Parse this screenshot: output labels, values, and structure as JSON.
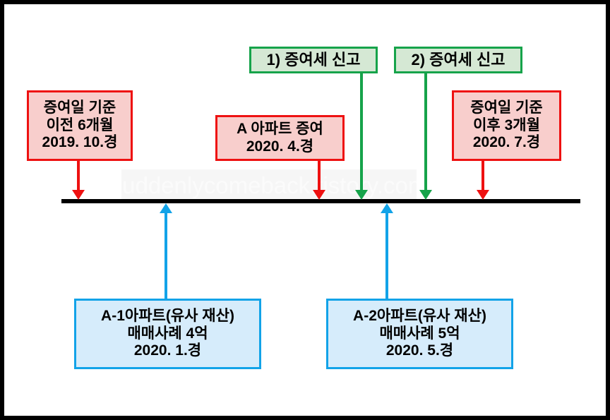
{
  "diagram": {
    "title_watermark": "suddenlycomeback.tistory.com",
    "colors": {
      "red_fill": "#f8cecc",
      "red_stroke": "#ee1111",
      "green_fill": "#d5e8d4",
      "green_stroke": "#16a34a",
      "blue_fill": "#d6ecfb",
      "blue_stroke": "#12a3e8",
      "axis": "#000000",
      "frame": "#000000"
    },
    "boxes": {
      "red_before": {
        "line1": "증여일 기준",
        "line2": "이전 6개월",
        "line3": "2019. 10.경"
      },
      "red_gift": {
        "line1": "A 아파트 증여",
        "line2": "2020. 4.경"
      },
      "red_after": {
        "line1": "증여일 기준",
        "line2": "이후 3개월",
        "line3": "2020. 7.경"
      },
      "green_filing_1": {
        "line1": "1) 증여세 신고"
      },
      "green_filing_2": {
        "line1": "2) 증여세 신고"
      },
      "blue_case_1": {
        "line1": "A-1아파트(유사 재산)",
        "line2": "매매사례 4억",
        "line3": "2020. 1.경"
      },
      "blue_case_2": {
        "line1": "A-2아파트(유사 재산)",
        "line2": "매매사례 5억",
        "line3": "2020. 5.경"
      }
    }
  }
}
